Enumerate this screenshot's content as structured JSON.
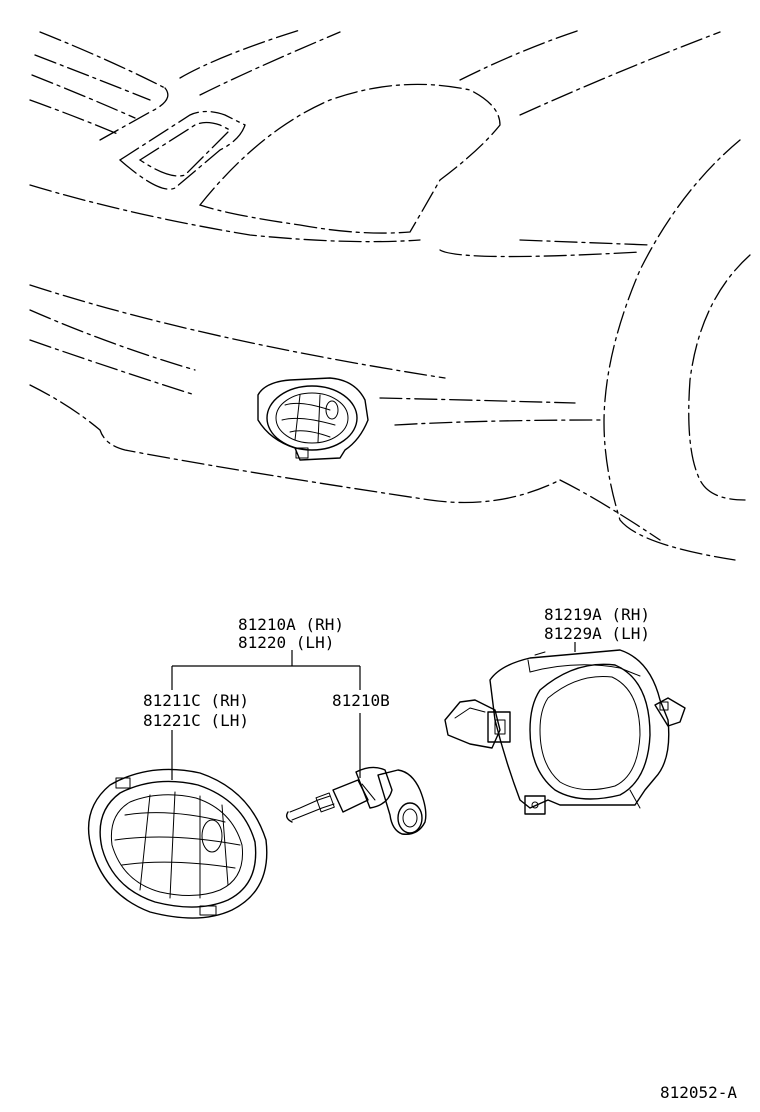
{
  "parts": {
    "fog_lamp_assy": {
      "number_rh": "81210A (RH)",
      "number_lh": "81220 (LH)"
    },
    "lens_unit": {
      "number_rh": "81211C (RH)",
      "number_lh": "81221C (LH)"
    },
    "bulb": {
      "number": "81210B"
    },
    "bracket_cover": {
      "number_rh": "81219A (RH)",
      "number_lh": "81229A (LH)"
    }
  },
  "diagram_id": "812052-A",
  "icons": [
    "car-front-bumper-outline",
    "fog-lamp-lens",
    "halogen-bulb",
    "lamp-bracket"
  ]
}
